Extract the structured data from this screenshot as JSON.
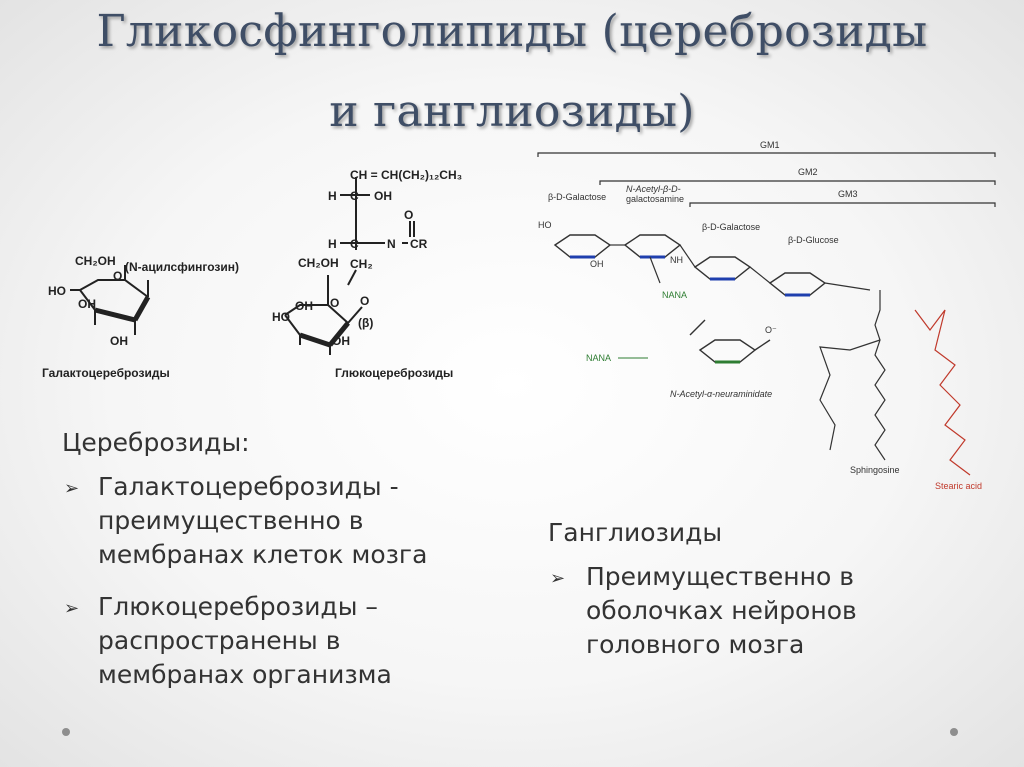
{
  "title": {
    "line1": "Гликосфинголипиды (цереброзиды",
    "line2": "и ганглиозиды)"
  },
  "left_diagram": {
    "galacto": {
      "ch2oh": "CH₂OH",
      "o": "O",
      "side": "(N-ацилсфингозин)",
      "ho": "HO",
      "oh1": "OH",
      "oh2": "OH",
      "caption": "Галактоцереброзиды"
    },
    "gluco": {
      "chain": "CH = CH(CH₂)₁₂CH₃",
      "h1": "H",
      "c1": "C",
      "oh_top": "OH",
      "h2": "H",
      "c2": "C",
      "n": "N",
      "cr": "CR",
      "o_co": "O",
      "ch2": "CH₂",
      "ch2oh": "CH₂OH",
      "o_ring": "O",
      "o_link": "O",
      "beta": "(β)",
      "ho": "HO",
      "oh1": "OH",
      "oh2": "OH",
      "caption": "Глюкоцереброзиды"
    }
  },
  "right_diagram": {
    "gm1": "GM1",
    "gm2": "GM2",
    "gm3": "GM3",
    "gal1": "β-D-Galactose",
    "nacetyl": "N-Acetyl-β-D-",
    "galnac": "galactosamine",
    "gal2": "β-D-Galactose",
    "glucose": "β-D-Glucose",
    "nana": "NANA",
    "nana_eq": "NANA",
    "nh": "NH",
    "ho": "HO",
    "oh": "OH",
    "o_minus": "O⁻",
    "neur": "N-Acetyl-α-neuraminidate",
    "sphingosine": "Sphingosine",
    "stearic": "Stearic acid"
  },
  "colors": {
    "title": "#3f4e66",
    "stearic": "#c0392b",
    "nana": "#2e7d32",
    "ring_blue": "#1f3fae"
  },
  "left_text": {
    "heading": "Цереброзиды:",
    "b1_l1": "Галактоцереброзиды -",
    "b1_l2": "преимущественно в",
    "b1_l3": "мембранах клеток мозга",
    "b2_l1": "Глюкоцереброзиды –",
    "b2_l2": "распространены в",
    "b2_l3": "мембранах организма"
  },
  "right_text": {
    "heading": "Ганглиозиды",
    "b1_l1": "Преимущественно в",
    "b1_l2": "оболочках нейронов",
    "b1_l3": "головного мозга"
  }
}
